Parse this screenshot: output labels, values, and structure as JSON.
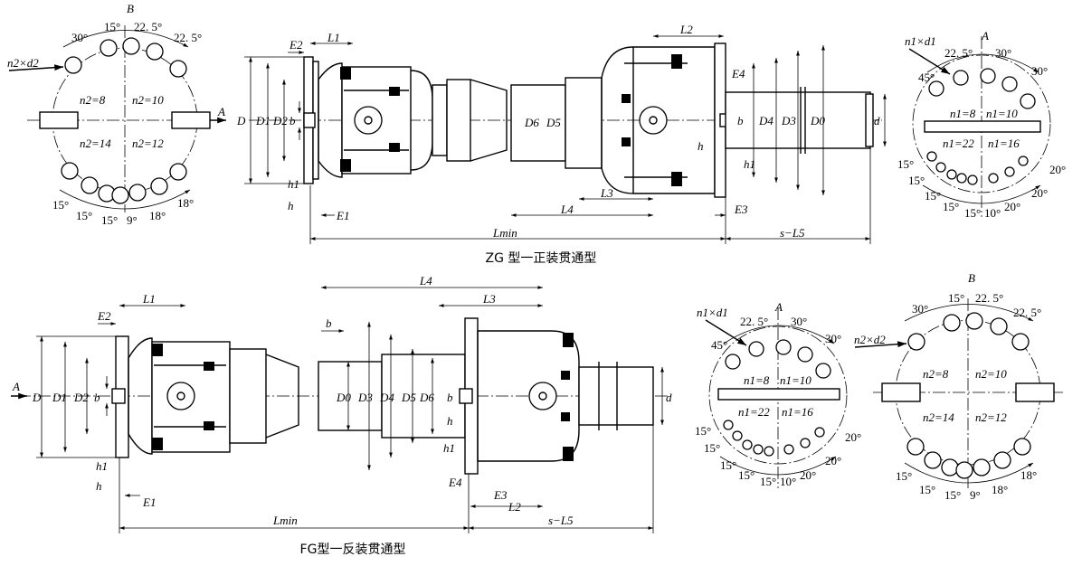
{
  "captions": {
    "zg": "ZG 型一正装贯通型",
    "fg": "FG型一反装贯通型"
  },
  "views": {
    "a": "A",
    "b": "B"
  },
  "angles": {
    "deg15": "15°",
    "deg22_5": "22. 5°",
    "deg30": "30°",
    "deg45": "45°",
    "deg9": "9°",
    "deg18": "18°",
    "deg10": "10°",
    "deg20": "20°"
  },
  "hole_labels": {
    "n1d1": "n1×d1",
    "n2d2": "n2×d2",
    "n1_8": "n1=8",
    "n1_10": "n1=10",
    "n1_22": "n1=22",
    "n1_16": "n1=16",
    "n2_8": "n2=8",
    "n2_10": "n2=10",
    "n2_14": "n2=14",
    "n2_12": "n2=12"
  },
  "dims": {
    "D": "D",
    "D0": "D0",
    "D1": "D1",
    "D2": "D2",
    "D3": "D3",
    "D4": "D4",
    "D5": "D5",
    "D6": "D6",
    "b": "b",
    "h": "h",
    "h1": "h1",
    "d": "d",
    "E1": "E1",
    "E2": "E2",
    "E3": "E3",
    "E4": "E4",
    "L1": "L1",
    "L2": "L2",
    "L3": "L3",
    "L4": "L4",
    "Lmin": "Lmin",
    "sL5": "s−L5"
  },
  "colors": {
    "ink": "#000000",
    "paper": "#ffffff"
  }
}
